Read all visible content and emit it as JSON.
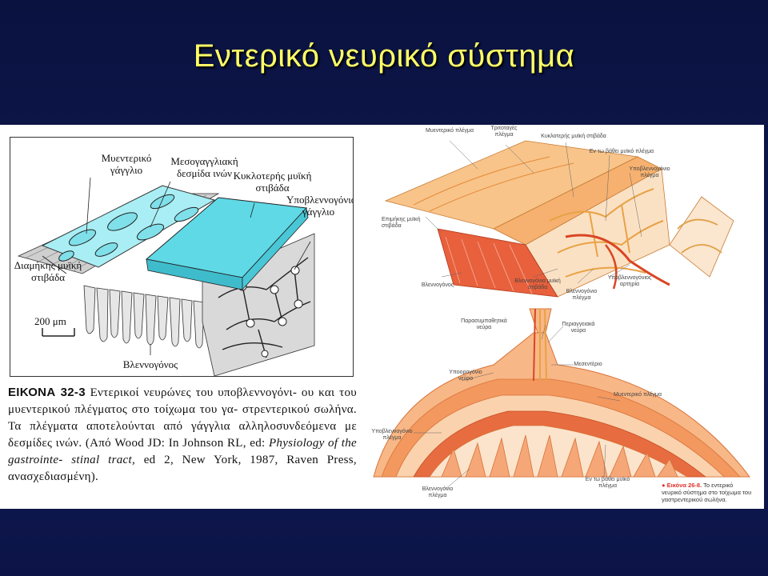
{
  "slide": {
    "title": "Εντερικό νευρικό σύστημα"
  },
  "left_figure": {
    "labels": {
      "myenteric_ganglion": "Μυεντερικό γάγγλιο",
      "interganglionic_bundle": "Μεσογαγγλιακή δεσμίδα ινών",
      "circular_muscle": "Κυκλοτερής μυϊκή στιβάδα",
      "submucosal_ganglion": "Υποβλεννογόνιο γάγγλιο",
      "longitudinal_muscle": "Διαμήκης μυϊκή στιβάδα",
      "scale": "200 μm",
      "mucosa": "Βλεννογόνος"
    },
    "caption": {
      "figure_no": "ΕΙΚΟΝΑ 32-3",
      "line1": "Εντερικοί νευρώνες του υποβλεννογόνι-",
      "line2": "ου και του μυεντερικού πλέγματος στο τοίχωμα του γα-",
      "line3": "στρεντερικού σωλήνα. Τα πλέγματα αποτελούνται από",
      "line4": "γάγγλια αλληλοσυνδεόμενα με δεσμίδες ινών. (Από",
      "line5_a": "Wood JD: In Johnson RL, ed: ",
      "line5_b": "Physiology of the gastrointe-",
      "line6_a": "stinal tract,",
      "line6_b": " ed 2, New York, 1987, Raven Press,",
      "line7": "ανασχεδιασμένη)."
    }
  },
  "right_figure": {
    "top_labels": {
      "myenteric_plexus": "Μυεντερικό πλέγμα",
      "tertiary_plexus": "Τριτοταγές πλέγμα",
      "circular_plexus": "Κυκλοτερής μυϊκή στιβάδα",
      "deep_muscular_plexus": "Εν τω βάθει μυϊκό πλέγμα",
      "submucosal_plexus": "Υποβλεννογόνιο πλέγμα",
      "longitudinal_layer": "Επιμήκης μυϊκή στιβάδα",
      "mucosa": "Βλεννογόνος",
      "muscularis_mucosae": "Βλεννογόνια μυϊκή στιβάδα",
      "mucosal_plexus": "Βλεννογόνιο πλέγμα",
      "submucosal_artery": "Υποβλεννογόνιος αρτηρία"
    },
    "bottom_labels": {
      "parasympathetic": "Παρασυμπαθητικά νεύρα",
      "sympathetic": "Περιαγγειακά νεύρα",
      "mesentery": "Μεσεντέριο",
      "subserosal": "Υποορογόνιο νεύρο",
      "myenteric": "Μυεντερικό πλέγμα",
      "submucosal": "Υποβλεννογόνιο πλέγμα",
      "deep_muscular": "Εν τω βάθει μυϊκό πλέγμα",
      "mucosal": "Βλεννογόνιο πλέγμα"
    },
    "caption": {
      "figure_no": "Εικόνα 26-8.",
      "text1": " Το εντερικό",
      "text2": "νευρικό σύστημα στο τοίχωμα του",
      "text3": "γαστρεντερικού σωλήνα."
    }
  },
  "colors": {
    "background": "#0b1442",
    "title": "#ffff66",
    "panel": "#ffffff",
    "cyan": "#5fd9e6",
    "orange": "#f4a14a",
    "muscle_red": "#e8603c"
  }
}
